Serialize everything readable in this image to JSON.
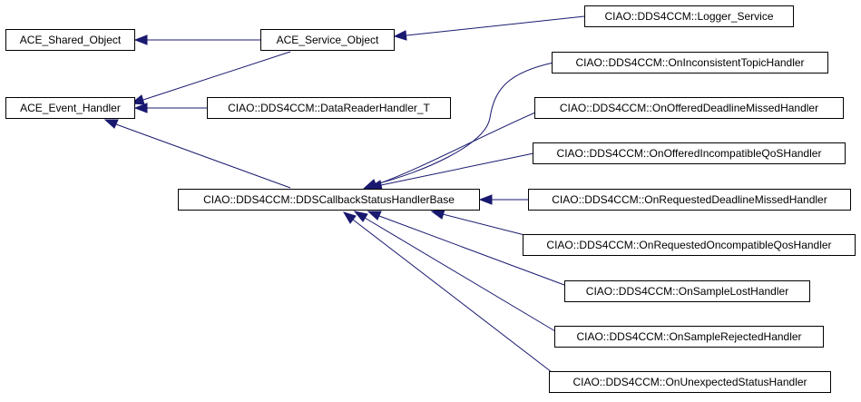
{
  "diagram": {
    "type": "class-inheritance-graph",
    "colors": {
      "edge": "#191970",
      "node_border": "#000000",
      "node_fill": "#ffffff",
      "text": "#000000"
    },
    "nodes": [
      {
        "id": "ace_shared_object",
        "label": "ACE_Shared_Object"
      },
      {
        "id": "ace_service_object",
        "label": "ACE_Service_Object"
      },
      {
        "id": "logger_service",
        "label": "CIAO::DDS4CCM::Logger_Service"
      },
      {
        "id": "ace_event_handler",
        "label": "ACE_Event_Handler"
      },
      {
        "id": "datareader_handler_t",
        "label": "CIAO::DDS4CCM::DataReaderHandler_T"
      },
      {
        "id": "dds_callback_base",
        "label": "CIAO::DDS4CCM::DDSCallbackStatusHandlerBase"
      },
      {
        "id": "on_inconsistent_topic",
        "label": "CIAO::DDS4CCM::OnInconsistentTopicHandler"
      },
      {
        "id": "on_offered_deadline",
        "label": "CIAO::DDS4CCM::OnOfferedDeadlineMissedHandler"
      },
      {
        "id": "on_offered_incompatible",
        "label": "CIAO::DDS4CCM::OnOfferedIncompatibleQoSHandler"
      },
      {
        "id": "on_requested_deadline",
        "label": "CIAO::DDS4CCM::OnRequestedDeadlineMissedHandler"
      },
      {
        "id": "on_requested_oncompatible",
        "label": "CIAO::DDS4CCM::OnRequestedOncompatibleQosHandler"
      },
      {
        "id": "on_sample_lost",
        "label": "CIAO::DDS4CCM::OnSampleLostHandler"
      },
      {
        "id": "on_sample_rejected",
        "label": "CIAO::DDS4CCM::OnSampleRejectedHandler"
      },
      {
        "id": "on_unexpected_status",
        "label": "CIAO::DDS4CCM::OnUnexpectedStatusHandler"
      }
    ],
    "edges": [
      {
        "from": "ace_service_object",
        "to": "ace_shared_object"
      },
      {
        "from": "logger_service",
        "to": "ace_service_object"
      },
      {
        "from": "ace_service_object",
        "to": "ace_event_handler"
      },
      {
        "from": "datareader_handler_t",
        "to": "ace_event_handler"
      },
      {
        "from": "dds_callback_base",
        "to": "ace_event_handler"
      },
      {
        "from": "on_inconsistent_topic",
        "to": "dds_callback_base"
      },
      {
        "from": "on_offered_deadline",
        "to": "dds_callback_base"
      },
      {
        "from": "on_offered_incompatible",
        "to": "dds_callback_base"
      },
      {
        "from": "on_requested_deadline",
        "to": "dds_callback_base"
      },
      {
        "from": "on_requested_oncompatible",
        "to": "dds_callback_base"
      },
      {
        "from": "on_sample_lost",
        "to": "dds_callback_base"
      },
      {
        "from": "on_sample_rejected",
        "to": "dds_callback_base"
      },
      {
        "from": "on_unexpected_status",
        "to": "dds_callback_base"
      }
    ]
  }
}
